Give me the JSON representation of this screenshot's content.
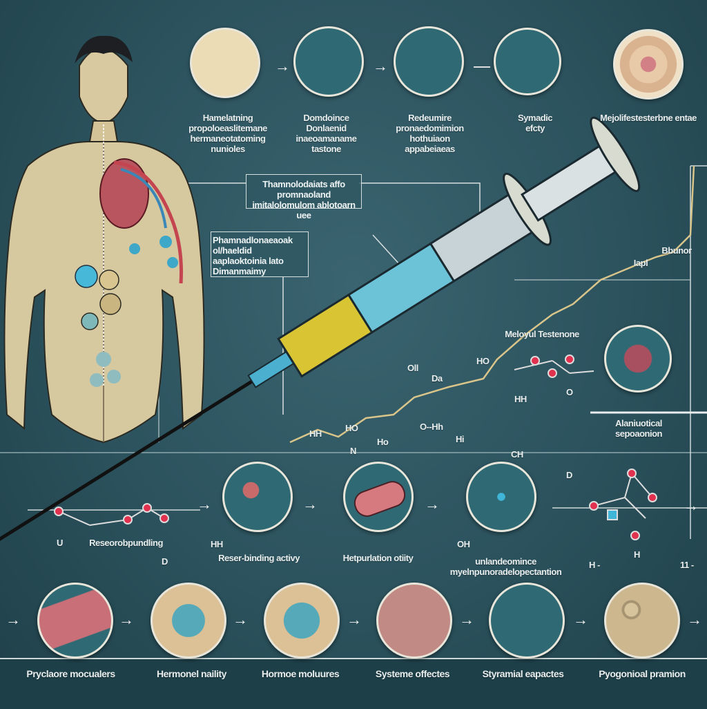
{
  "top_row": {
    "labels": [
      "Hamelatning propoloeaslitemane hermaneotatoming nunioles",
      "Domdoince Donlaenid inaeoamaname tastone",
      "Redeumire pronaedomimion hothuiaon appabeiaeas",
      "Symadic efcty",
      "Mejolifestesterbne entae"
    ]
  },
  "callouts": {
    "box_1": "Thamnolodaiats affo promnaoland imitalolomulom ablotoarn uee",
    "box_2": "Phamnadlonaeaoak ol/haeldid aaplaoktoinia lato Dimanmaimy"
  },
  "chart_annotations": {
    "molecule_title": "Meloyul Testenone",
    "right_label_top": "Bbunor",
    "right_label_small": "Iapl",
    "anatomy_label": "Alaniuotical sepoaonion",
    "chem_labels": [
      "Oll",
      "Da",
      "HO",
      "HH",
      "O--Hh",
      "HO",
      "N",
      "Ho",
      "Hi",
      "CH",
      "O",
      "D",
      "HH"
    ]
  },
  "middle_row": {
    "labels": [
      "Reseorobpundling",
      "Reser-binding activy",
      "Hetpurlation otiity",
      "unlandeomince myelnpunoradelopectantion"
    ],
    "side_marks": [
      "U",
      "D",
      "HH",
      "OH",
      "H -",
      "H",
      "11 -"
    ]
  },
  "bottom_row": {
    "labels": [
      "Pryclaore mocualers",
      "Hermonel naility",
      "Hormoe moluures",
      "Systeme offectes",
      "Styramial eapactes",
      "Pyogonioal pramion"
    ]
  },
  "colors": {
    "background": "#2b525d",
    "line_accent": "#d9c58a",
    "molecule_red": "#e0314f",
    "molecule_blue": "#3fb6d8",
    "syringe_yellow": "#d9c433"
  }
}
